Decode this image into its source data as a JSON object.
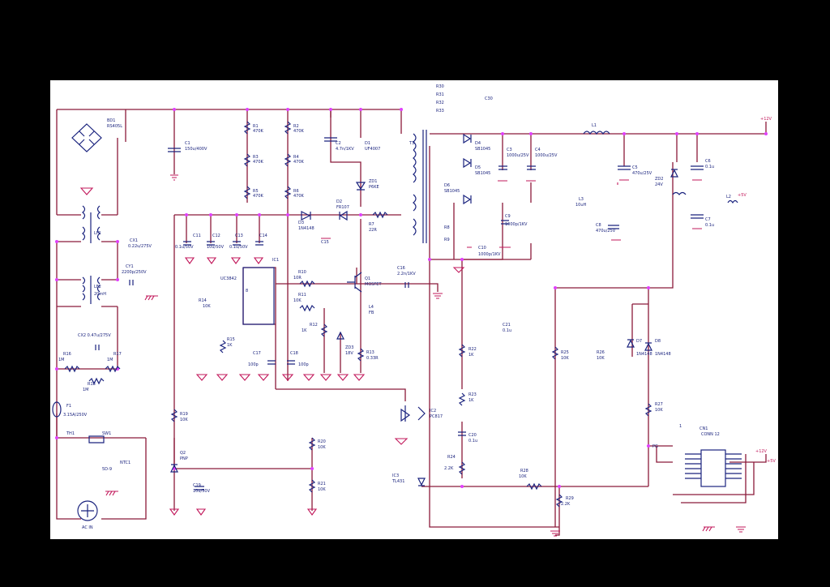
{
  "labels": {
    "bd1": "BD1",
    "bd1_val": "RS405L",
    "c1": "C1",
    "c1_val": "150u/400V",
    "r1": "R1",
    "r1_val": "470K",
    "r2": "R2",
    "r2_val": "470K",
    "r3": "R3",
    "r3_val": "470K",
    "r4": "R4",
    "r4_val": "470K",
    "r5": "R5",
    "r5_val": "470K",
    "r6": "R6",
    "r6_val": "470K",
    "c2": "C2",
    "c2_val": "4.7n/1KV",
    "d1": "D1",
    "d1_val": "UF4007",
    "zd1": "ZD1",
    "zd1_val": "P6KE",
    "d2": "D2",
    "d2_val": "FR107",
    "d3": "D3",
    "d3_val": "1N4148",
    "r7": "R7",
    "r7_val": "22R",
    "t3": "T3",
    "top_r1": "R30",
    "top_r2": "R31",
    "top_r3": "R32",
    "top_r4": "R33",
    "top_c": "C30",
    "d4": "D4",
    "d4_val": "SB1045",
    "d5": "D5",
    "d5_val": "SB1045",
    "d6": "D6",
    "d6_val": "SB1045",
    "c3": "C3",
    "c3_val": "1000u/25V",
    "c4": "C4",
    "c4_val": "1000u/25V",
    "l1": "L1",
    "c5": "C5",
    "c5_val": "470u/25V",
    "zd2": "ZD2",
    "zd2_val": "24V",
    "c6": "C6",
    "c6_val": "0.1u",
    "c7": "C7",
    "c7_val": "0.1u",
    "l2": "L2",
    "l3": "L3",
    "l3_val": "10uH",
    "c8": "C8",
    "c8_val": "470u/25V",
    "c9": "C9",
    "c9_val": "1000p/1KV",
    "c10": "C10",
    "c10_val": "1000p/1KV",
    "r8": "R8",
    "r9": "R9",
    "c11": "C11",
    "c11_val": "0.1u/50V",
    "c12": "C12",
    "c12_val": "10u/50V",
    "c13": "C13",
    "c13_val": "0.1u/50V",
    "c14": "C14",
    "c15": "C15",
    "ic1": "IC1",
    "ic1_part": "UC3842",
    "ic1_pin": "8",
    "r10": "R10",
    "r10_val": "10R",
    "r11": "R11",
    "r11_val": "10K",
    "q1": "Q1",
    "q1_val": "MOSFET",
    "c16": "C16",
    "c16_val": "2.2n/1KV",
    "l4": "L4",
    "l4_val": "FB",
    "r12": "R12",
    "r12_val": "1K",
    "zd3": "ZD3",
    "zd3_val": "18V",
    "r13": "R13",
    "r13_val": "0.33R",
    "r14": "R14",
    "r14_val": "10K",
    "r15": "R15",
    "r15_val": "1K",
    "c17": "C17",
    "c17_val": "100p",
    "c18": "C18",
    "c18_val": "100p",
    "cx1": "CX1",
    "cx1_val": "0.22u/275V",
    "cy1": "CY1",
    "cy1_val": "2200p/250V",
    "t1": "LF1",
    "t2": "LF2",
    "t2_val": "20mH",
    "cx2": "CX2 0.47u/275V",
    "r16": "R16",
    "r16_val": "1M",
    "r17": "R17",
    "r17_val": "1M",
    "r18": "R18",
    "r18_val": "1M",
    "f1": "F1",
    "f1_val": "3.15A/250V",
    "th1": "TH1",
    "sw1": "SW1",
    "ntc1": "NTC1",
    "ntc1_val": "5D-9",
    "ac_in": "AC IN",
    "r19": "R19",
    "r19_val": "10K",
    "q2": "Q2",
    "q2_val": "PNP",
    "c19": "C19",
    "c19_val": "10u/50V",
    "r20": "R20",
    "r20_val": "10K",
    "r21": "R21",
    "r21_val": "10K",
    "ic2": "IC2",
    "ic2_val": "PC817",
    "r22": "R22",
    "r22_val": "1K",
    "r23": "R23",
    "r23_val": "1K",
    "c20": "C20",
    "c20_val": "0.1u",
    "r24": "R24",
    "r24_val": "2.2K",
    "ic3": "IC3",
    "ic3_val": "TL431",
    "c21": "C21",
    "c21_val": "0.1u",
    "r25": "R25",
    "r25_val": "10K",
    "r26": "R26",
    "r26_val": "10K",
    "d7": "D7",
    "d7_val": "1N4148",
    "d8": "D8",
    "d8_val": "1N4148",
    "r27": "R27",
    "r27_val": "10K",
    "r28": "R28",
    "r28_val": "10K",
    "r29": "R29",
    "r29_val": "2.2K",
    "cn1": "CN1",
    "cn1_val": "CONN 12",
    "cn1_pin": "1",
    "sig": "PG"
  },
  "rails": {
    "out": "+12V",
    "aux": "+5V",
    "conn1": "+12V",
    "conn2": "+5V"
  },
  "colors": {
    "background": "#000000",
    "sheet": "#ffffff",
    "wire": "#8b1a3a",
    "component": "#1a237e",
    "ground": "#c2185b",
    "node": "#e040fb"
  }
}
